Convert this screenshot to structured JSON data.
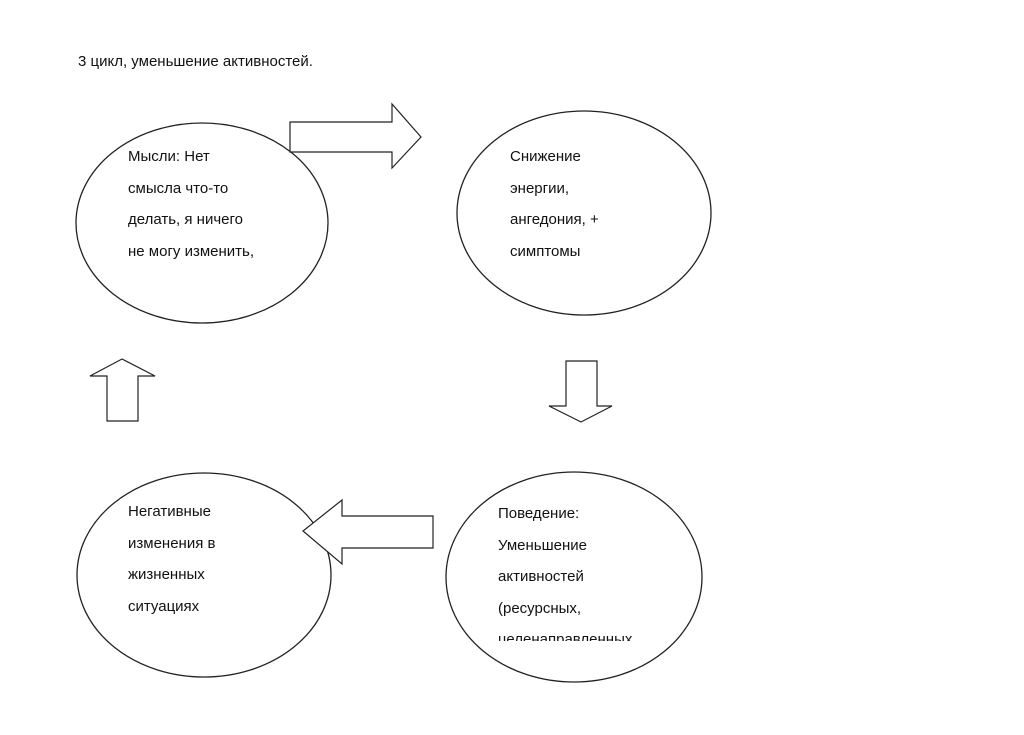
{
  "title": "3 цикл, уменьшение активностей.",
  "nodes": {
    "thoughts": {
      "lines": [
        "Мысли: Нет",
        "смысла что-то",
        "делать, я ничего",
        "не могу изменить,"
      ]
    },
    "energy": {
      "lines": [
        "Снижение",
        "энергии,",
        "ангедония, +",
        "симптомы"
      ]
    },
    "behavior": {
      "lines": [
        "Поведение:",
        "Уменьшение",
        "активностей",
        "(ресурсных,",
        "целенаправленных"
      ]
    },
    "negative": {
      "lines": [
        "Негативные",
        "изменения в",
        "жизненных",
        "ситуациях"
      ]
    }
  },
  "arrows": [
    {
      "from": "thoughts",
      "to": "energy",
      "direction": "right"
    },
    {
      "from": "energy",
      "to": "behavior",
      "direction": "down"
    },
    {
      "from": "behavior",
      "to": "negative",
      "direction": "left"
    },
    {
      "from": "negative",
      "to": "thoughts",
      "direction": "up"
    }
  ],
  "colors": {
    "stroke": "#222222",
    "fill": "#ffffff",
    "text": "#111111"
  }
}
